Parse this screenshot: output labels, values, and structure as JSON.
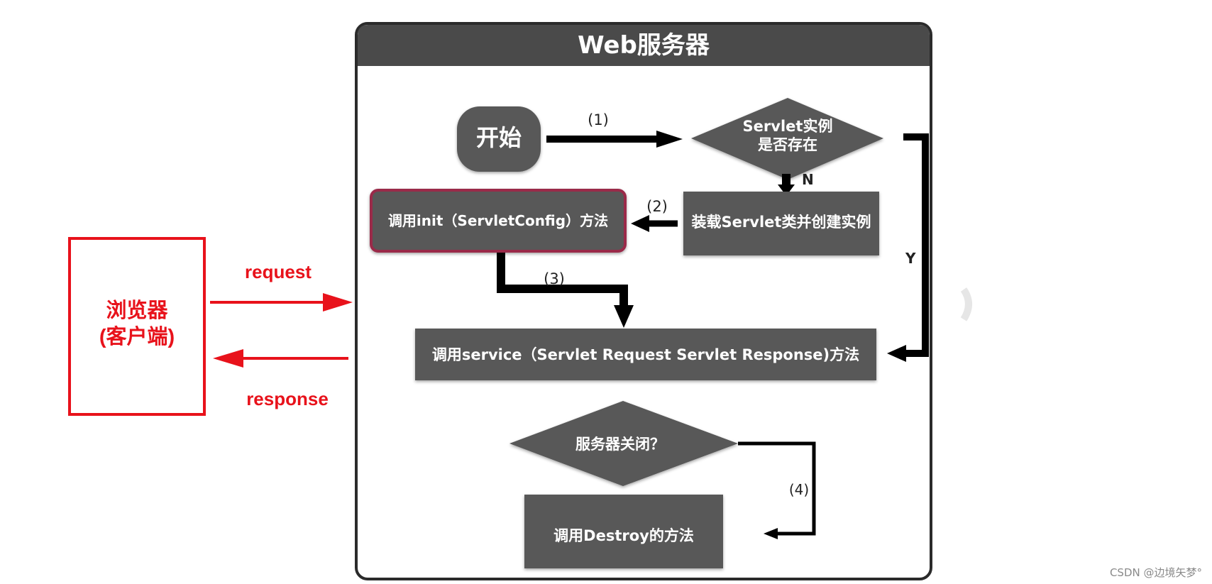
{
  "server": {
    "title": "Web服务器"
  },
  "nodes": {
    "start": "开始",
    "servlet_exists_line1": "Servlet实例",
    "servlet_exists_line2": "是否存在",
    "load_servlet": "装载Servlet类并创建实例",
    "call_init": "调用init（ServletConfig）方法",
    "call_service": "调用service（Servlet Request Servlet Response)方法",
    "server_closed": "服务器关闭？",
    "call_destroy": "调用Destroy的方法"
  },
  "edge_labels": {
    "step1": "(1)",
    "step2": "(2)",
    "step3": "(3)",
    "step4": "(4)",
    "no": "N",
    "yes": "Y"
  },
  "browser": {
    "line1": "浏览器",
    "line2": "(客户端)",
    "request": "request",
    "response": "response"
  },
  "watermark": "CSDN @边境矢梦°",
  "colors": {
    "node_fill": "#585858",
    "header_fill": "#4a4a4a",
    "arrow": "#000000",
    "client_red": "#e8121b",
    "init_border": "#9a2a4a"
  }
}
